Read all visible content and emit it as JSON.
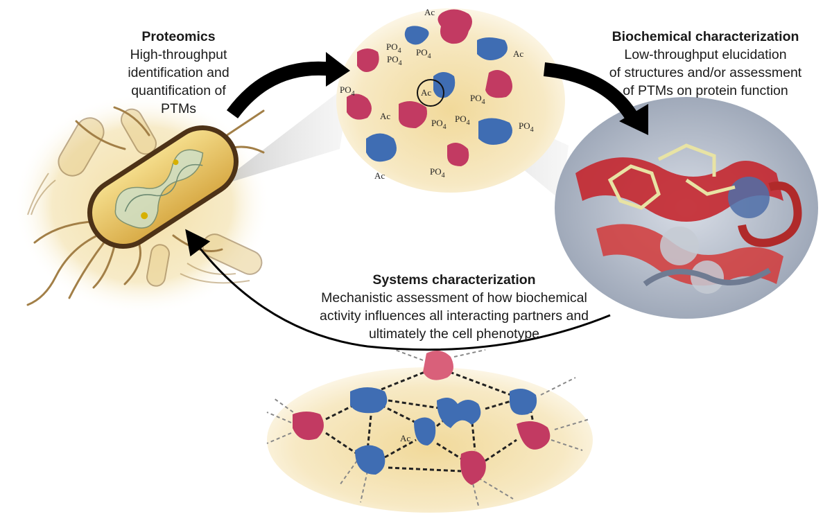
{
  "diagram": {
    "proteomics": {
      "title": "Proteomics",
      "lines": [
        "High-throughput",
        "identification and",
        "quantification of PTMs"
      ]
    },
    "biochemical": {
      "title": "Biochemical characterization",
      "lines": [
        "Low-throughput elucidation",
        "of structures and/or assessment",
        "of PTMs on protein function"
      ]
    },
    "systems": {
      "title": "Systems characterization",
      "lines": [
        "Mechanistic assessment of how biochemical",
        "activity influences all interacting partners and",
        "ultimately the cell phenotype"
      ]
    },
    "ptm_labels": {
      "acetyl": "Ac",
      "phosphate": "PO",
      "phosphate_subscript": "4"
    },
    "colors": {
      "protein_red": "#c23a62",
      "protein_blue": "#3f6db3",
      "cell_body": "#e9c66a",
      "cell_wall": "#5a3b1c",
      "background_glow": "#f5e3b0",
      "arrow": "#000000"
    }
  }
}
